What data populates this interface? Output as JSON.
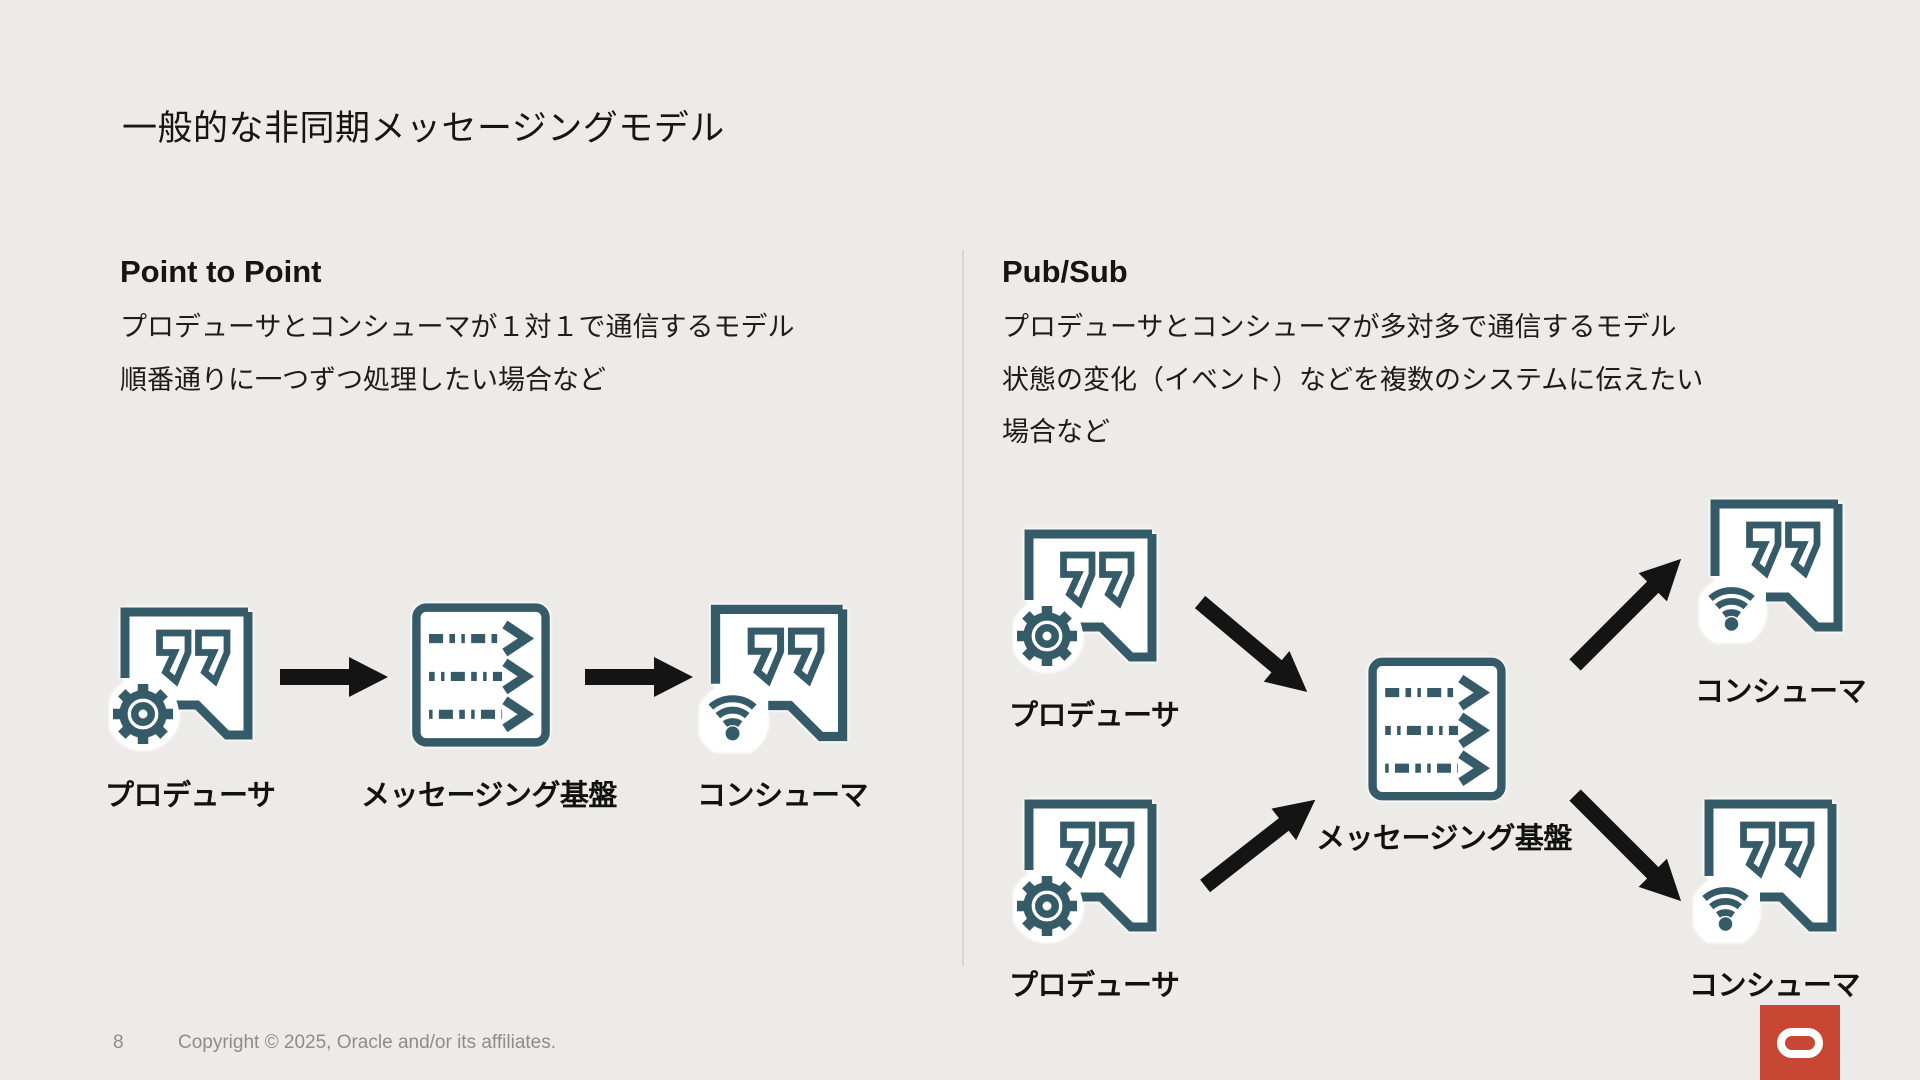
{
  "slide": {
    "title": "一般的な非同期メッセージングモデル",
    "footer": {
      "page_number": "8",
      "copyright": "Copyright © 2025, Oracle and/or its affiliates."
    },
    "colors": {
      "background": "#edebe8",
      "icon_teal": "#355a68",
      "heading_text": "#161513",
      "body_text": "#1d1c1a",
      "footer_text": "#8f8c88",
      "arrow_black": "#141414",
      "oracle_red": "#c74634",
      "divider": "#d9d6d2"
    }
  },
  "sections": {
    "point_to_point": {
      "heading": "Point to Point",
      "description_lines": [
        "プロデューサとコンシューマが１対１で通信するモデル",
        "順番通りに一つずつ処理したい場合など"
      ],
      "nodes": {
        "producer": "プロデューサ",
        "broker": "メッセージング基盤",
        "consumer": "コンシューマ"
      }
    },
    "pub_sub": {
      "heading": "Pub/Sub",
      "description_lines": [
        "プロデューサとコンシューマが多対多で通信するモデル",
        "状態の変化（イベント）などを複数のシステムに伝えたい",
        "場合など"
      ],
      "nodes": {
        "producer_top": "プロデューサ",
        "producer_bottom": "プロデューサ",
        "broker": "メッセージング基盤",
        "consumer_top": "コンシューマ",
        "consumer_bottom": "コンシューマ"
      }
    },
    "icons": {
      "producer": "producer-message-gear-icon",
      "broker": "message-queue-arrows-icon",
      "consumer": "consumer-message-wifi-icon",
      "flow": "flow-arrow-icon",
      "logo": "oracle-logo"
    }
  }
}
